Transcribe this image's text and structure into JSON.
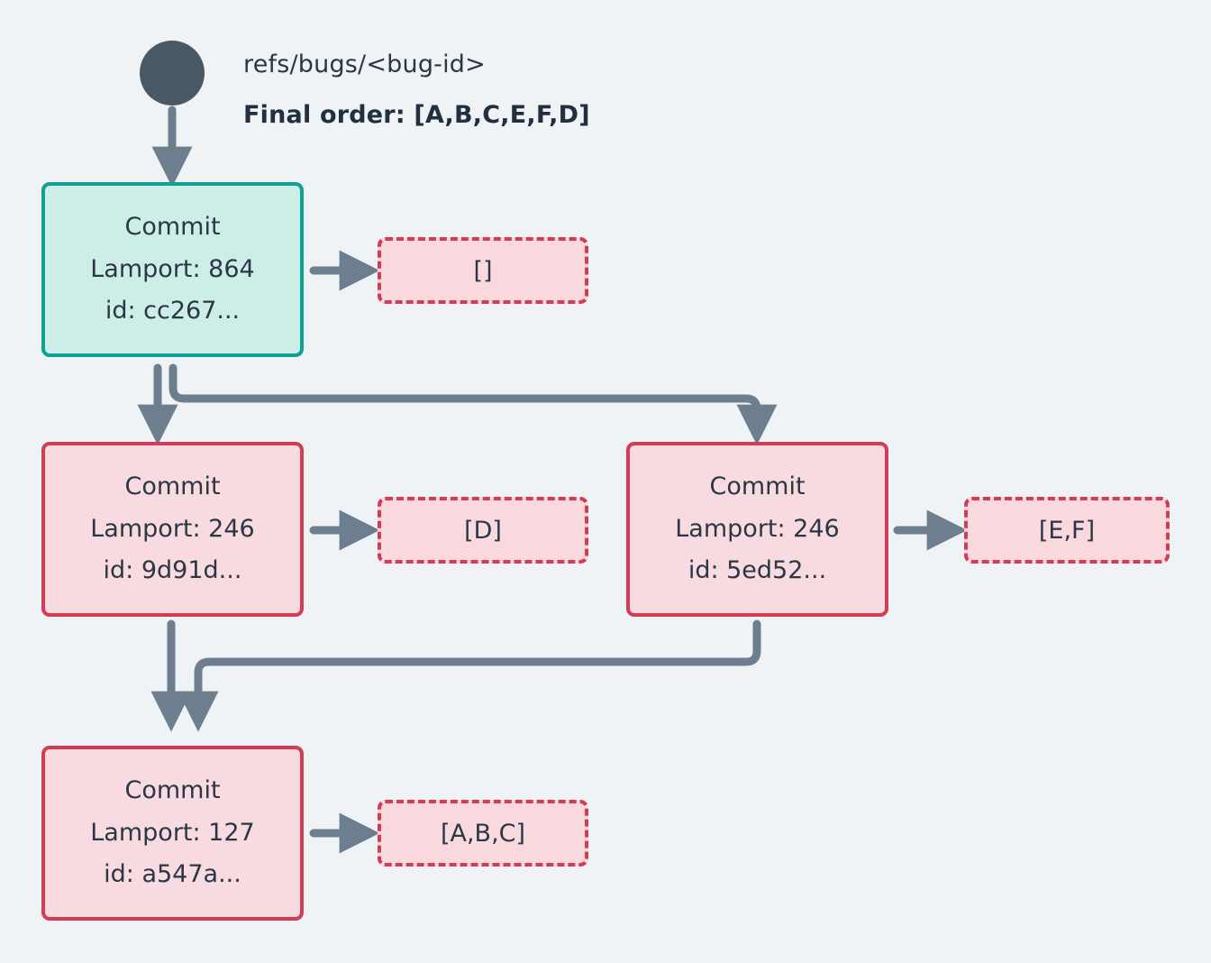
{
  "diagram": {
    "background_color": "#eff3f6",
    "edge_color": "#6d7f8e",
    "head_fill": "#cdeee7",
    "head_stroke": "#0fa292",
    "commit_fill": "#f7dbe0",
    "commit_stroke": "#d33c55",
    "text_color": "#2b3745"
  },
  "root": {
    "node_name": "root-node",
    "ref_label": "refs/bugs/<bug-id>",
    "order_label": "Final order: [A,B,C,E,F,D]"
  },
  "commits": [
    {
      "id": "cc267",
      "title": "Commit",
      "lamport_line": "Lamport: 864",
      "id_line": "id: cc267...",
      "is_head": true
    },
    {
      "id": "9d91d",
      "title": "Commit",
      "lamport_line": "Lamport: 246",
      "id_line": "id: 9d91d...",
      "is_head": false
    },
    {
      "id": "5ed52",
      "title": "Commit",
      "lamport_line": "Lamport: 246",
      "id_line": "id: 5ed52...",
      "is_head": false
    },
    {
      "id": "a547a",
      "title": "Commit",
      "lamport_line": "Lamport: 127",
      "id_line": "id: a547a...",
      "is_head": false
    }
  ],
  "ops": [
    {
      "for_commit": "cc267",
      "label": "[]"
    },
    {
      "for_commit": "9d91d",
      "label": "[D]"
    },
    {
      "for_commit": "5ed52",
      "label": "[E,F]"
    },
    {
      "for_commit": "a547a",
      "label": "[A,B,C]"
    }
  ]
}
